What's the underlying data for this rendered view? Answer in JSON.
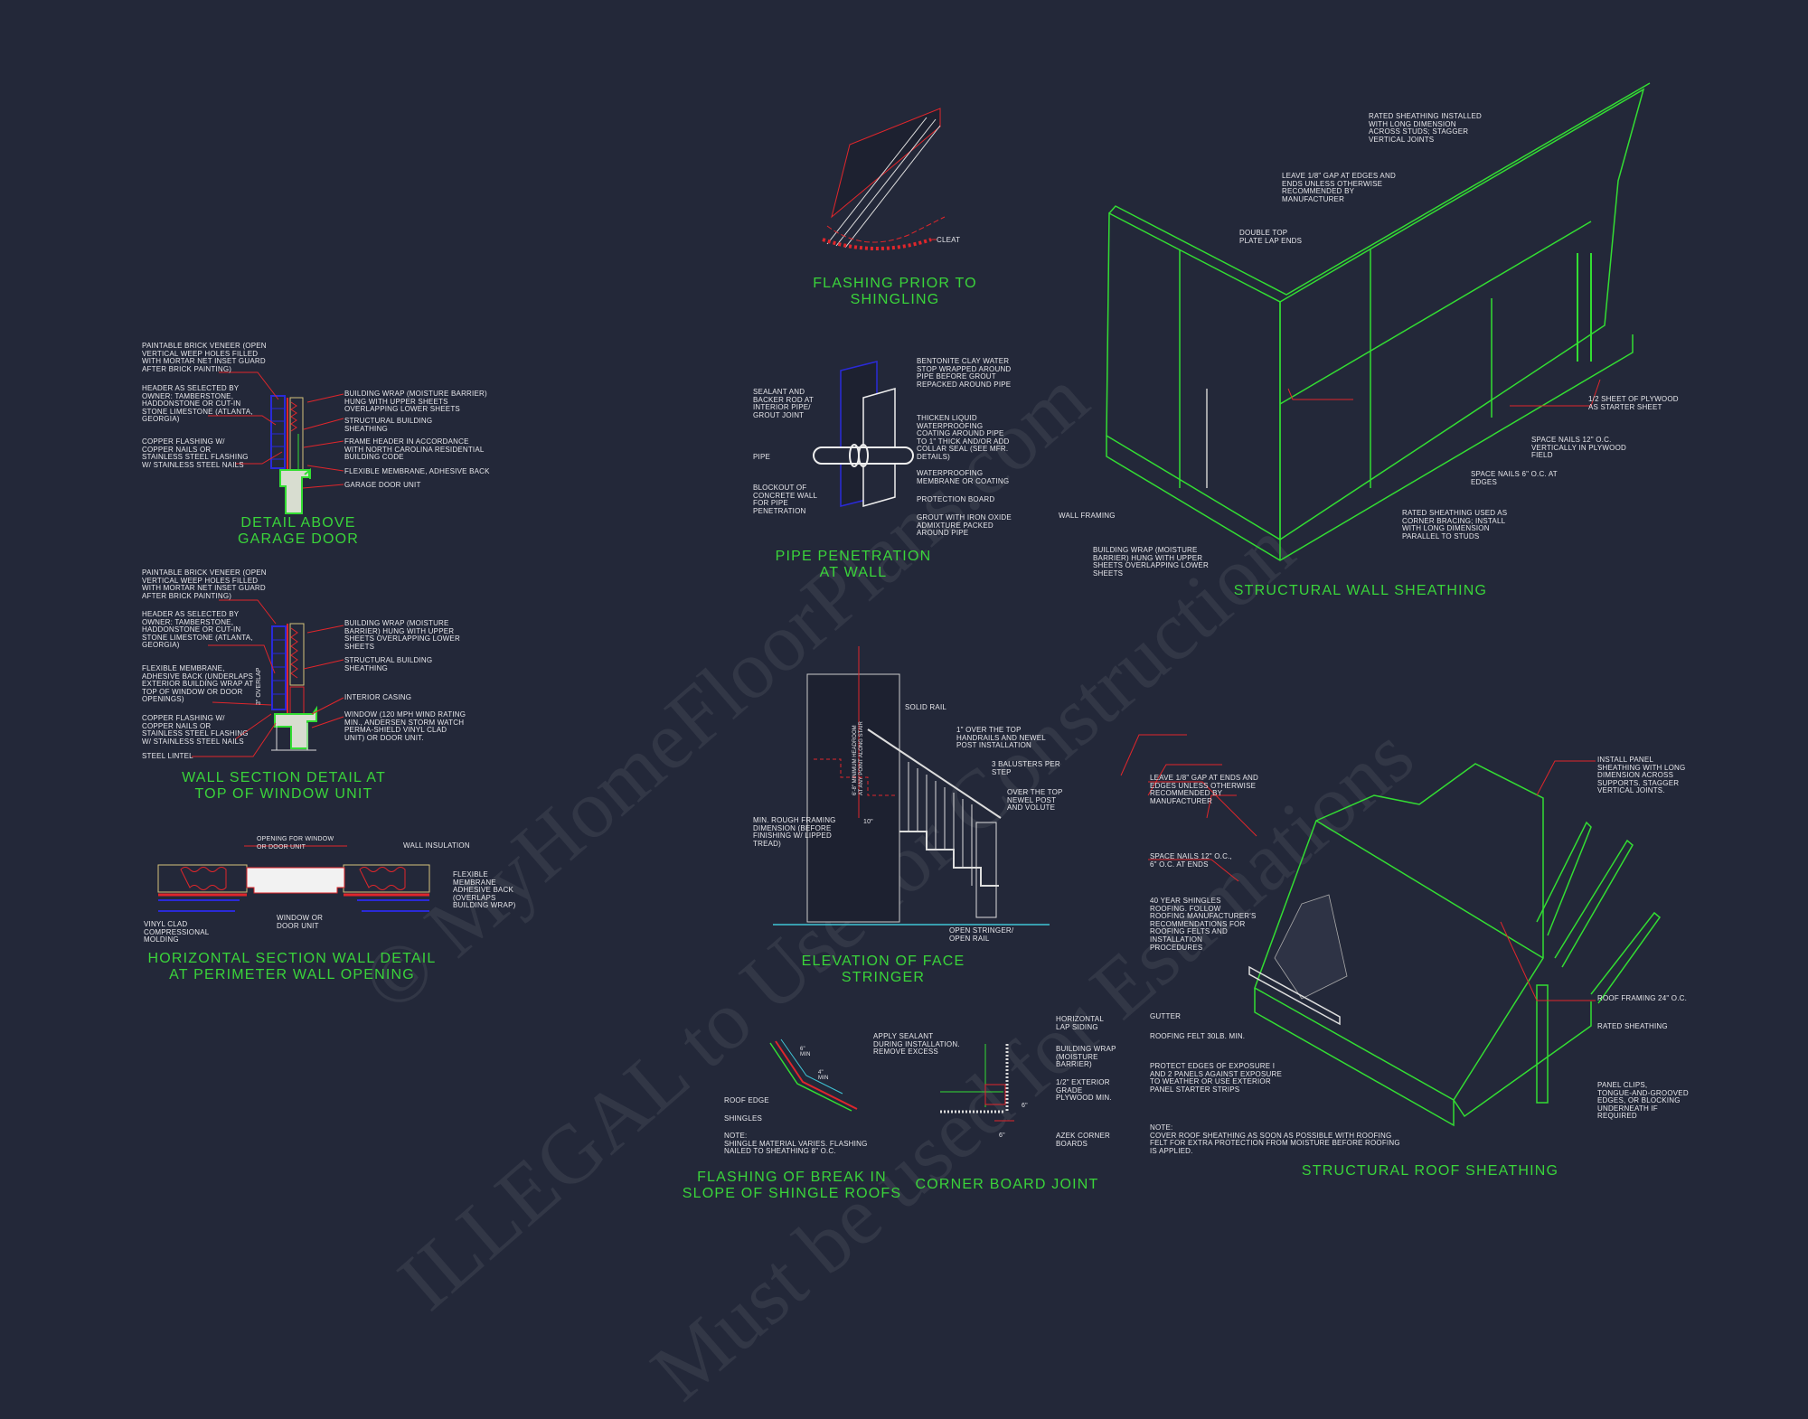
{
  "watermark": {
    "line1": "© MyHomeFloorPlans.com",
    "line2": "ILLEGAL to Use for Construction",
    "line3": "Must be used for Estimations"
  },
  "colors": {
    "background": "#232839",
    "title": "#3ad43a",
    "leader": "#e0262b",
    "linework": "#33dd33",
    "brick": "#2a2ad8"
  },
  "details": {
    "garage": {
      "title": "DETAIL ABOVE\nGARAGE DOOR",
      "labels": [
        "PAINTABLE BRICK VENEER (OPEN\nVERTICAL WEEP HOLES FILLED\nWITH MORTAR NET INSET GUARD\nAFTER BRICK PAINTING)",
        "HEADER AS SELECTED BY\nOWNER: TAMBERSTONE,\nHADDONSTONE OR CUT-IN\nSTONE LIMESTONE (ATLANTA,\nGEORGIA)",
        "COPPER FLASHING W/\nCOPPER NAILS OR\nSTAINLESS STEEL FLASHING\nW/ STAINLESS STEEL NAILS",
        "BUILDING WRAP (MOISTURE BARRIER)\nHUNG WITH UPPER SHEETS\nOVERLAPPING LOWER SHEETS",
        "STRUCTURAL BUILDING\nSHEATHING",
        "FRAME HEADER IN ACCORDANCE\nWITH NORTH CAROLINA RESIDENTIAL\nBUILDING CODE",
        "FLEXIBLE MEMBRANE, ADHESIVE BACK",
        "GARAGE DOOR UNIT"
      ]
    },
    "window": {
      "title": "WALL SECTION DETAIL AT\nTOP OF WINDOW UNIT",
      "labels": [
        "PAINTABLE BRICK VENEER (OPEN\nVERTICAL WEEP HOLES FILLED\nWITH MORTAR NET INSET GUARD\nAFTER BRICK PAINTING)",
        "HEADER AS SELECTED BY\nOWNER: TAMBERSTONE,\nHADDONSTONE OR CUT-IN\nSTONE LIMESTONE (ATLANTA,\nGEORGIA)",
        "FLEXIBLE MEMBRANE,\nADHESIVE BACK (UNDERLAPS\nEXTERIOR BUILDING WRAP AT\nTOP OF WINDOW OR DOOR\nOPENINGS)",
        "COPPER FLASHING W/\nCOPPER NAILS OR\nSTAINLESS STEEL FLASHING\nW/ STAINLESS STEEL NAILS",
        "STEEL LINTEL",
        "BUILDING WRAP (MOISTURE\nBARRIER) HUNG WITH UPPER\nSHEETS OVERLAPPING LOWER\nSHEETS",
        "STRUCTURAL BUILDING\nSHEATHING",
        "INTERIOR CASING",
        "WINDOW (120 MPH WIND RATING\nMIN., ANDERSEN STORM WATCH\nPERMA-SHIELD VINYL CLAD\nUNIT) OR DOOR UNIT.",
        "3\" OVERLAP"
      ]
    },
    "horizontal": {
      "title": "HORIZONTAL SECTION WALL DETAIL\nAT PERIMETER WALL OPENING",
      "labels": [
        "OPENING FOR WINDOW\nOR DOOR UNIT",
        "WALL INSULATION",
        "FLEXIBLE\nMEMBRANE\nADHESIVE BACK\n(OVERLAPS\nBUILDING WRAP)",
        "WINDOW OR\nDOOR UNIT",
        "VINYL CLAD\nCOMPRESSIONAL\nMOLDING"
      ]
    },
    "flashing_prior": {
      "title": "FLASHING PRIOR TO\nSHINGLING",
      "labels": [
        "CLEAT"
      ]
    },
    "pipe": {
      "title": "PIPE PENETRATION\nAT WALL",
      "labels": [
        "SEALANT AND\nBACKER ROD AT\nINTERIOR PIPE/\nGROUT JOINT",
        "PIPE",
        "BLOCKOUT OF\nCONCRETE WALL\nFOR PIPE\nPENETRATION",
        "BENTONITE CLAY WATER\nSTOP WRAPPED AROUND\nPIPE BEFORE GROUT\nREPACKED AROUND PIPE",
        "THICKEN LIQUID\nWATERPROOFING\nCOATING AROUND PIPE\nTO 1\" THICK AND/OR ADD\nCOLLAR SEAL (SEE MFR.\nDETAILS)",
        "WATERPROOFING\nMEMBRANE OR COATING",
        "PROTECTION BOARD",
        "GROUT WITH IRON OXIDE\nADMIXTURE PACKED\nAROUND PIPE"
      ]
    },
    "wall_sheathing": {
      "title": "STRUCTURAL WALL SHEATHING",
      "labels": [
        "RATED SHEATHING INSTALLED\nWITH LONG DIMENSION\nACROSS STUDS; STAGGER\nVERTICAL JOINTS",
        "LEAVE 1/8\" GAP AT EDGES AND\nENDS UNLESS OTHERWISE\nRECOMMENDED BY\nMANUFACTURER",
        "DOUBLE TOP\nPLATE LAP ENDS",
        "1/2 SHEET OF PLYWOOD\nAS STARTER SHEET",
        "SPACE NAILS 12\" O.C.\nVERTICALLY IN PLYWOOD\nFIELD",
        "SPACE NAILS 6\" O.C. AT\nEDGES",
        "RATED SHEATHING USED AS\nCORNER BRACING; INSTALL\nWITH LONG DIMENSION\nPARALLEL TO STUDS",
        "WALL FRAMING",
        "BUILDING WRAP (MOISTURE\nBARRIER) HUNG WITH UPPER\nSHEETS OVERLAPPING LOWER\nSHEETS"
      ]
    },
    "stair": {
      "title": "ELEVATION OF FACE\nSTRINGER",
      "labels": [
        "SOLID RAIL",
        "1\" OVER THE TOP\nHANDRAILS AND NEWEL\nPOST INSTALLATION",
        "3 BALUSTERS PER\nSTEP",
        "OVER THE TOP\nNEWEL POST\nAND VOLUTE",
        "MIN. ROUGH FRAMING\nDIMENSION (BEFORE\nFINISHING W/ LIPPED\nTREAD)",
        "OPEN STRINGER/\nOPEN RAIL",
        "6'-8\" MINIMUM HEADROOM\nAT ANY POINT ALONG STAIR",
        "10\""
      ]
    },
    "shingle_break": {
      "title": "FLASHING OF BREAK IN\nSLOPE OF SHINGLE ROOFS",
      "labels": [
        "ROOF EDGE",
        "SHINGLES",
        "NOTE:\nSHINGLE MATERIAL VARIES. FLASHING\nNAILED TO SHEATHING 8\" O.C.",
        "6\"\nMIN",
        "4\"\nMIN"
      ]
    },
    "corner_board": {
      "title": "CORNER BOARD JOINT",
      "labels": [
        "APPLY SEALANT\nDURING INSTALLATION.\nREMOVE EXCESS",
        "HORIZONTAL\nLAP SIDING",
        "BUILDING WRAP\n(MOISTURE\nBARRIER)",
        "1/2\" EXTERIOR\nGRADE\nPLYWOOD MIN.",
        "AZEK CORNER\nBOARDS",
        "6\"",
        "6\""
      ]
    },
    "roof_sheathing": {
      "title": "STRUCTURAL ROOF SHEATHING",
      "labels": [
        "LEAVE 1/8\" GAP AT ENDS AND\nEDGES UNLESS OTHERWISE\nRECOMMENDED BY\nMANUFACTURER",
        "SPACE NAILS 12\" O.C.,\n6\" O.C. AT ENDS",
        "40 YEAR SHINGLES\nROOFING. FOLLOW\nROOFING MANUFACTURER'S\nRECOMMENDATIONS FOR\nROOFING FELTS AND\nINSTALLATION\nPROCEDURES",
        "GUTTER",
        "ROOFING FELT 30LB. MIN.",
        "PROTECT EDGES OF EXPOSURE I\nAND 2 PANELS AGAINST EXPOSURE\nTO WEATHER OR USE EXTERIOR\nPANEL STARTER STRIPS",
        "NOTE:\nCOVER ROOF SHEATHING AS SOON AS POSSIBLE WITH ROOFING\nFELT FOR EXTRA PROTECTION FROM MOISTURE BEFORE ROOFING\nIS APPLIED.",
        "INSTALL PANEL\nSHEATHING WITH LONG\nDIMENSION ACROSS\nSUPPORTS. STAGGER\nVERTICAL JOINTS.",
        "ROOF FRAMING 24\" O.C.",
        "RATED SHEATHING",
        "PANEL CLIPS,\nTONGUE-AND-GROOVED\nEDGES, OR BLOCKING\nUNDERNEATH IF\nREQUIRED"
      ]
    }
  }
}
